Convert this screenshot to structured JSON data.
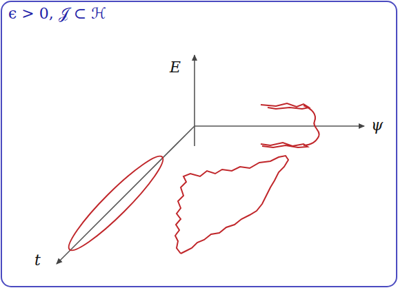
{
  "diagram": {
    "labels": [
      "ϵ > 0,  𝒥 ⊂ ℋ",
      "E",
      "ψ",
      "t"
    ]
  }
}
